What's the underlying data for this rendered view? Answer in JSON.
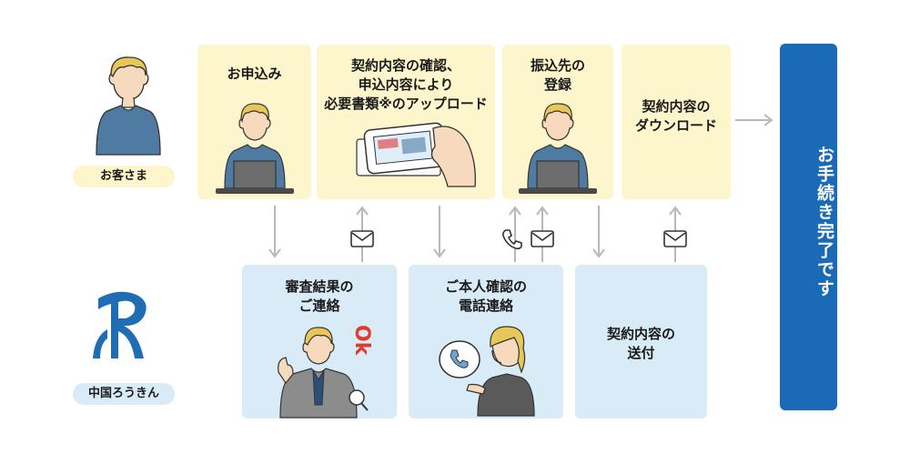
{
  "actors": {
    "customer": "お客さま",
    "bank": "中国ろうきん"
  },
  "customer_steps": [
    {
      "label": "お申込み"
    },
    {
      "label": "契約内容の確認、\n申込内容により\n必要書類※のアップロード"
    },
    {
      "label": "振込先の\n登録"
    },
    {
      "label": "契約内容の\nダウンロード"
    }
  ],
  "bank_steps": [
    {
      "label": "審査結果の\nご連絡"
    },
    {
      "label": "ご本人確認の\n電話連絡"
    },
    {
      "label": "契約内容の\n送付"
    }
  ],
  "completion": "お手続き完了です",
  "ok_badge": "Ok",
  "icons": {
    "mail": "envelope-icon",
    "phone": "phone-icon",
    "logo": "chugoku-rokin-logo"
  },
  "colors": {
    "customer_box": "#fdf6cc",
    "bank_box": "#d8ebf6",
    "completion": "#1a6ab7",
    "arrow": "#b8b8b8"
  }
}
